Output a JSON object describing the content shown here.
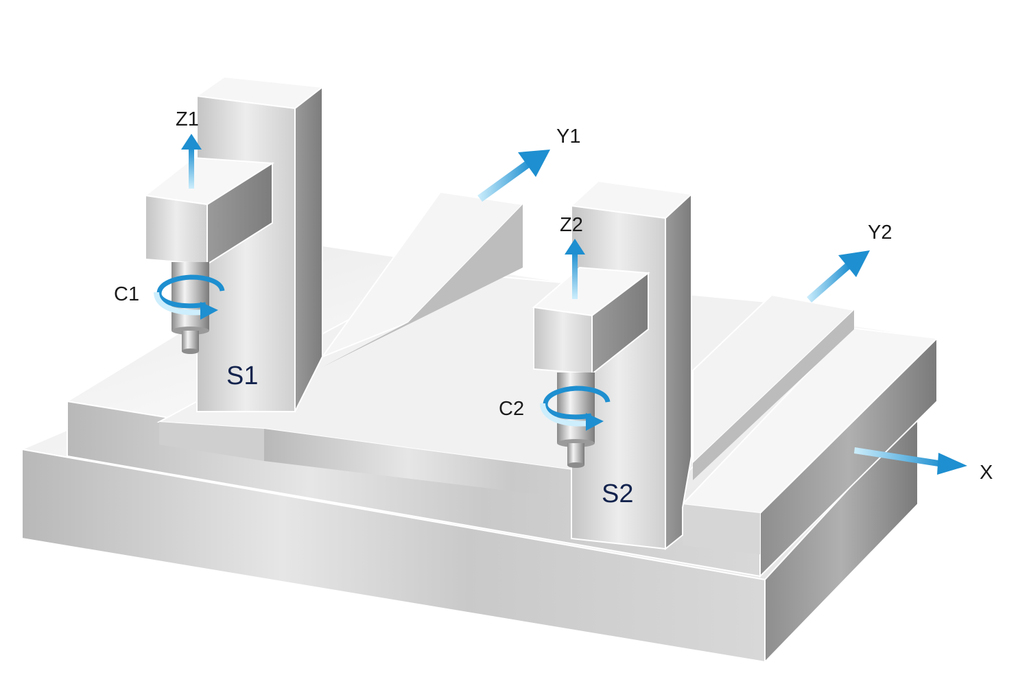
{
  "diagram": {
    "spindles": {
      "s1": "S1",
      "s2": "S2"
    },
    "axes": {
      "z1": "Z1",
      "y1": "Y1",
      "c1": "C1",
      "z2": "Z2",
      "y2": "Y2",
      "c2": "C2",
      "x": "X"
    },
    "colors": {
      "arrow_light": "#cdeefc",
      "arrow_dark": "#1e8fd0",
      "metal_light": "#f4f4f4",
      "metal_mid": "#c6c6c6",
      "metal_dark": "#7d7d7d",
      "label_dark": "#13234d"
    }
  }
}
